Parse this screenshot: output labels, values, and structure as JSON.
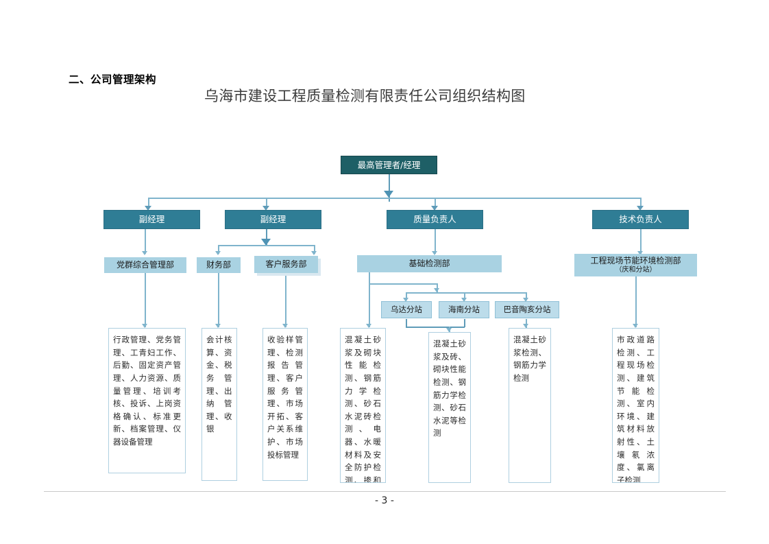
{
  "document": {
    "section_heading": "二、公司管理架构",
    "chart_title": "乌海市建设工程质量检测有限责任公司组织结构图",
    "page_number": "- 3 -"
  },
  "colors": {
    "level1_fill": "#1e5f66",
    "level2_fill": "#2f7d95",
    "level3_fill": "#a9d2e2",
    "level4_fill": "#bcdcea",
    "connector": "#7fb4cc",
    "detail_border": "#aecfe0",
    "title_text": "#3b3b3b"
  },
  "chart_data": {
    "type": "org-chart",
    "title": "乌海市建设工程质量检测有限责任公司组织结构图",
    "levels": 5,
    "nodes": {
      "level1": [
        {
          "id": "top",
          "label": "最高管理者/经理"
        }
      ],
      "level2": [
        {
          "id": "vp1",
          "label": "副经理"
        },
        {
          "id": "vp2",
          "label": "副经理"
        },
        {
          "id": "quality",
          "label": "质量负责人"
        },
        {
          "id": "tech",
          "label": "技术负责人"
        }
      ],
      "level3": [
        {
          "id": "party",
          "label": "党群综合管理部",
          "parent": "vp1"
        },
        {
          "id": "finance",
          "label": "财务部",
          "parent": "vp2"
        },
        {
          "id": "customer",
          "label": "客户服务部",
          "parent": "vp2"
        },
        {
          "id": "basic",
          "label": "基础检测部",
          "parent": "quality"
        },
        {
          "id": "energy",
          "label_line1": "工程现场节能环境检测部",
          "label_line2": "（庆和分站）",
          "parent": "tech"
        }
      ],
      "level4": [
        {
          "id": "wuda",
          "label": "乌达分站",
          "parent": "basic"
        },
        {
          "id": "hainan",
          "label": "海南分站",
          "parent": "basic"
        },
        {
          "id": "bayintaohai",
          "label": "巴音陶亥分站",
          "parent": "basic"
        }
      ]
    },
    "details": [
      {
        "id": "detail-party",
        "parent": "party",
        "text": "行政管理、党务管理、工青妇工作、后勤、固定资产管理、人力资源、质量管理、培训考核、投诉、上岗资格确认、标准更新、档案管理、仪器设备管理"
      },
      {
        "id": "detail-finance",
        "parent": "finance",
        "text": "会计核算、资金、税务管理、出纳管理、收银"
      },
      {
        "id": "detail-customer",
        "parent": "customer",
        "text": "收验样管理、检测报告管理、客户服务管理、市场开拓、客户关系维护、市场投标管理"
      },
      {
        "id": "detail-basic",
        "parent": "basic",
        "text": "混凝土砂浆及砌块性能检测、钢筋力学检测、砂石水泥砖检测、电器、水暖材料及安全防护检测、掺和料检测"
      },
      {
        "id": "detail-wuda",
        "parent": "wuda",
        "text": "混凝土砂浆及砖、砌块性能检测、钢筋力学检测、砂石水泥等检测"
      },
      {
        "id": "detail-hainan",
        "parent": "hainan",
        "text": "混凝土砂浆检测、钢筋力学检测"
      },
      {
        "id": "detail-energy",
        "parent": "energy",
        "text": "市政道路检测、工程现场检测、建筑节能检测、室内环境、建筑材料放射性、土壤氡浓度、氯离子检测"
      }
    ]
  }
}
